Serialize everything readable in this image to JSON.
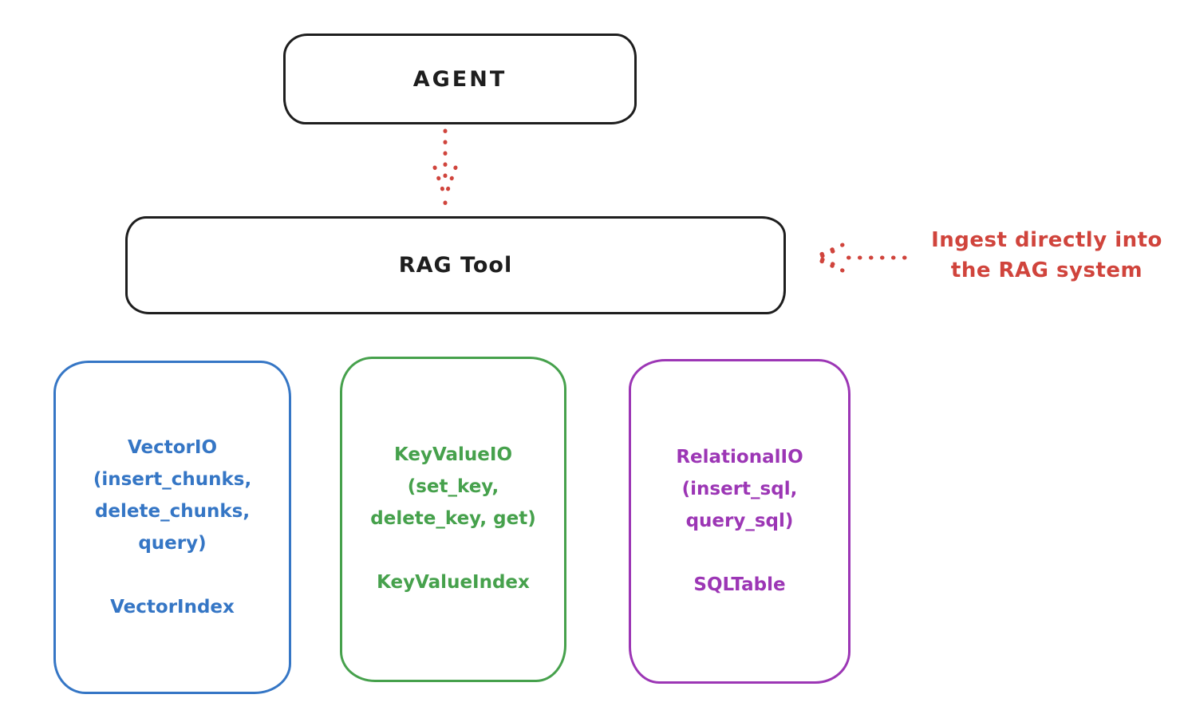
{
  "diagram": {
    "type": "architecture-flow",
    "style": "hand-drawn-sketch",
    "colors": {
      "ink": "#1e1e1e",
      "red": "#d0443c",
      "blue": "#3576c5",
      "green": "#46a14c",
      "purple": "#9c36b5",
      "bg": "#ffffff"
    },
    "nodes": {
      "agent": {
        "label": "AGENT"
      },
      "rag_tool": {
        "label": "RAG Tool"
      },
      "vector": {
        "lines": [
          "VectorIO",
          "(insert_chunks,",
          "delete_chunks,",
          "query)"
        ],
        "index_label": "VectorIndex",
        "accent": "#3576c5"
      },
      "keyvalue": {
        "lines": [
          "KeyValueIO",
          "(set_key,",
          "delete_key, get)"
        ],
        "index_label": "KeyValueIndex",
        "accent": "#46a14c"
      },
      "relational": {
        "lines": [
          "RelationalIO",
          "(insert_sql,",
          "query_sql)"
        ],
        "index_label": "SQLTable",
        "accent": "#9c36b5"
      }
    },
    "edges": {
      "agent_to_rag": {
        "style": "dotted",
        "color": "#d0443c",
        "direction": "down"
      },
      "ingest_to_rag": {
        "style": "dotted",
        "color": "#d0443c",
        "direction": "left"
      }
    },
    "annotation": {
      "line1": "Ingest directly into",
      "line2": "the RAG system"
    }
  }
}
